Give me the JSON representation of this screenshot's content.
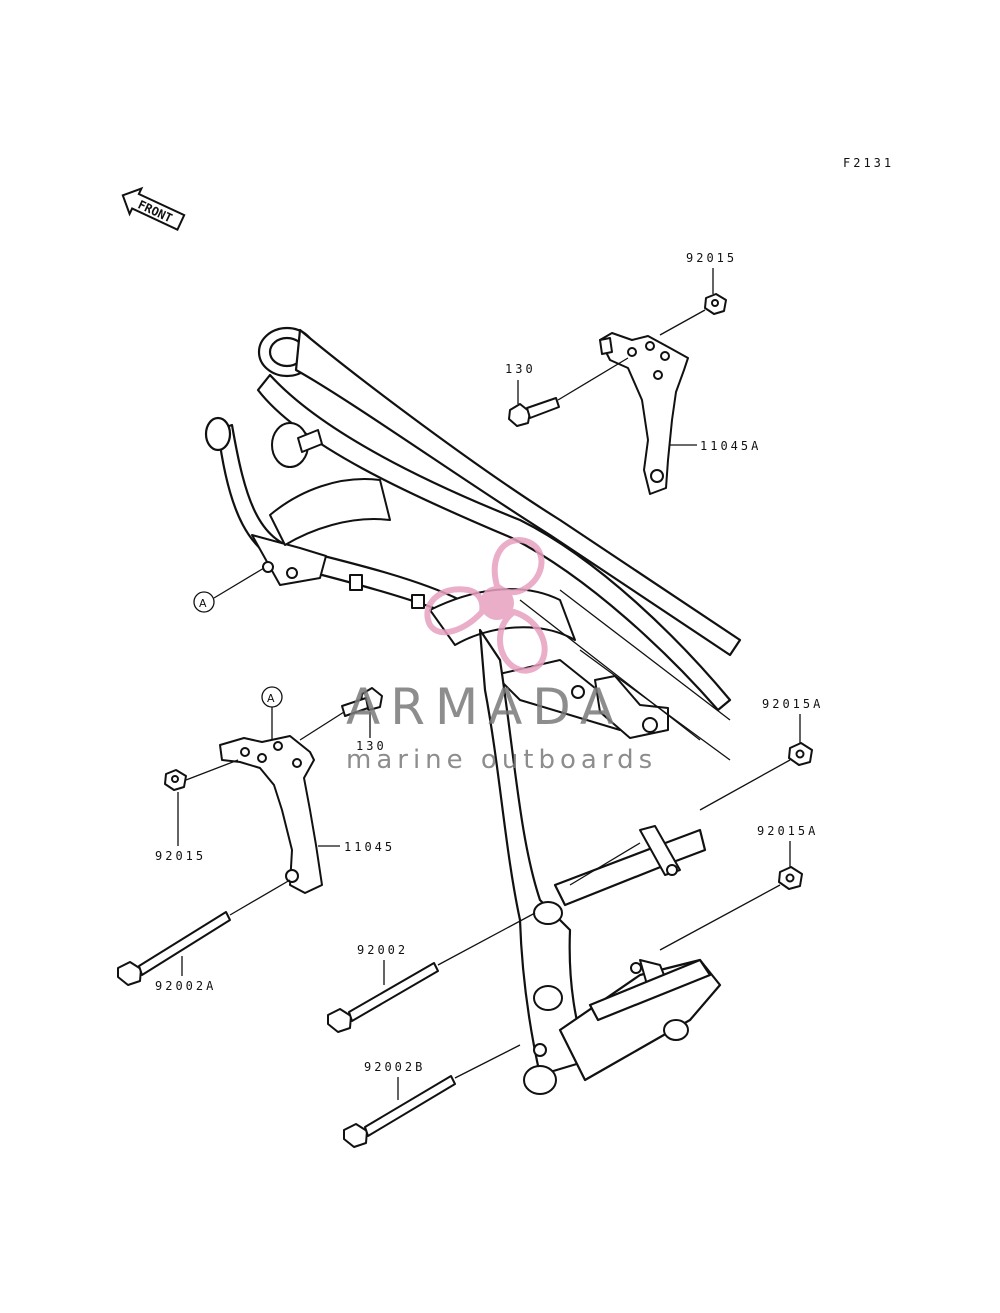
{
  "diagram": {
    "figure_code": "F2131",
    "front_label": "FRONT",
    "labels": {
      "p92015_top": "92015",
      "p130_top": "130",
      "p11045A": "11045A",
      "ref_a_frame": "A",
      "ref_a_bracket": "A",
      "p130_mid": "130",
      "p92015A_upper": "92015A",
      "p92015_left": "92015",
      "p11045": "11045",
      "p92015A_lower": "92015A",
      "p92002": "92002",
      "p92002A": "92002A",
      "p92002B": "92002B"
    }
  },
  "watermark": {
    "name": "ARMADA",
    "tagline": "marine outboards",
    "colors": {
      "logo": "#e8a0c0",
      "text": "#7a7a7a"
    }
  }
}
